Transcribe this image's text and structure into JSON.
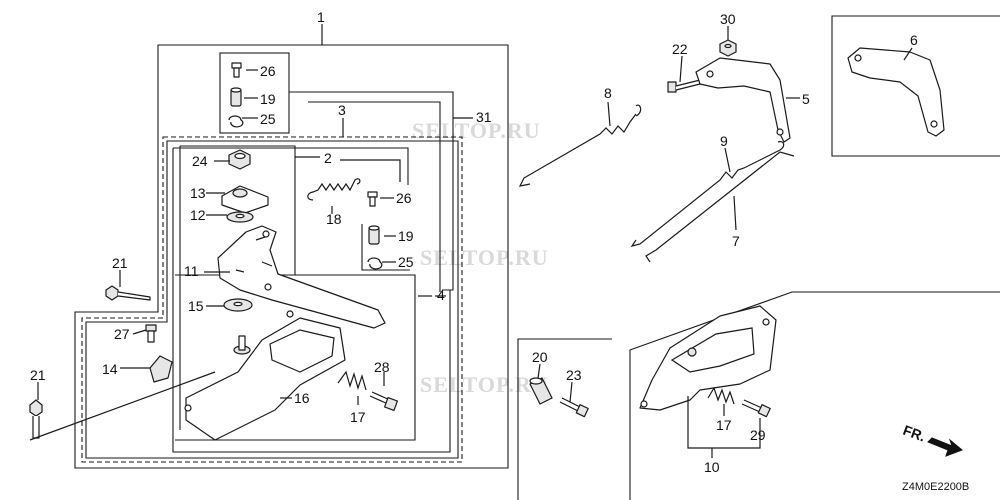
{
  "diagram": {
    "part_numbers": {
      "p1": "1",
      "p2": "2",
      "p3": "3",
      "p4": "4",
      "p5": "5",
      "p6": "6",
      "p7": "7",
      "p8": "8",
      "p9": "9",
      "p10": "10",
      "p11": "11",
      "p12": "12",
      "p13": "13",
      "p14": "14",
      "p15": "15",
      "p16": "16",
      "p17a": "17",
      "p17b": "17",
      "p18": "18",
      "p19a": "19",
      "p19b": "19",
      "p20": "20",
      "p21a": "21",
      "p21b": "21",
      "p23": "23",
      "p22": "22",
      "p24": "24",
      "p25a": "25",
      "p25b": "25",
      "p26a": "26",
      "p26b": "26",
      "p27": "27",
      "p28": "28",
      "p29": "29",
      "p30": "30",
      "p31": "31"
    },
    "watermarks": [
      "SELTOP.RU",
      "SELTOP.RU",
      "SELTOP.RU"
    ],
    "direction_label": "FR.",
    "diagram_code": "Z4M0E2200B"
  }
}
